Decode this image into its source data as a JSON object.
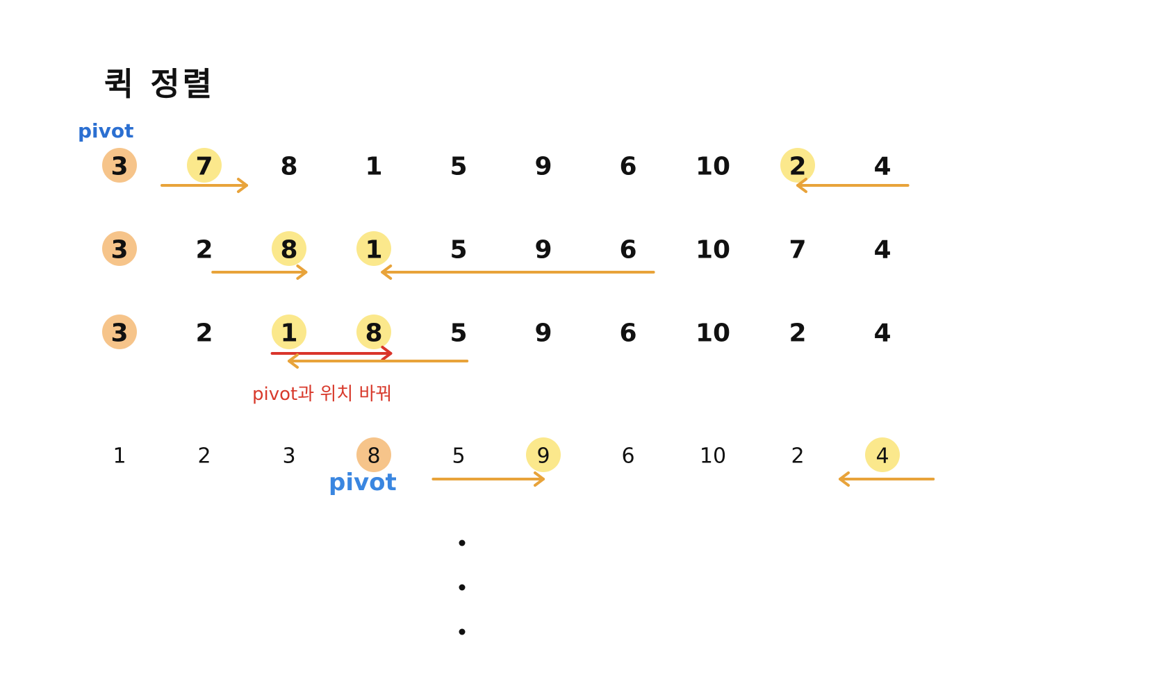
{
  "title": "퀵 정렬",
  "labels": {
    "pivot_top": "pivot",
    "pivot_bottom": "pivot",
    "swap_note": "pivot과 위치 바꿔"
  },
  "colors": {
    "pivot_highlight": "#f6c48a",
    "compare_highlight": "#fbe88c",
    "scan_arrow": "#e8a33a",
    "swap_arrow": "#d9352b",
    "text": "#111111"
  },
  "rows": [
    {
      "values": [
        "3",
        "7",
        "8",
        "1",
        "5",
        "9",
        "6",
        "10",
        "2",
        "4"
      ],
      "highlights": [
        {
          "index": 0,
          "kind": "pivot"
        },
        {
          "index": 1,
          "kind": "compare"
        },
        {
          "index": 8,
          "kind": "compare"
        }
      ],
      "arrows": [
        {
          "from": 0.5,
          "to": 1.5,
          "kind": "scan",
          "dir": "right"
        },
        {
          "from": 9.3,
          "to": 8,
          "kind": "scan",
          "dir": "left"
        }
      ]
    },
    {
      "values": [
        "3",
        "2",
        "8",
        "1",
        "5",
        "9",
        "6",
        "10",
        "7",
        "4"
      ],
      "highlights": [
        {
          "index": 0,
          "kind": "pivot"
        },
        {
          "index": 2,
          "kind": "compare"
        },
        {
          "index": 3,
          "kind": "compare"
        }
      ],
      "arrows": [
        {
          "from": 1.1,
          "to": 2.2,
          "kind": "scan",
          "dir": "right"
        },
        {
          "from": 6.3,
          "to": 3.1,
          "kind": "scan",
          "dir": "left"
        }
      ]
    },
    {
      "values": [
        "3",
        "2",
        "1",
        "8",
        "5",
        "9",
        "6",
        "10",
        "2",
        "4"
      ],
      "highlights": [
        {
          "index": 0,
          "kind": "pivot"
        },
        {
          "index": 2,
          "kind": "compare"
        },
        {
          "index": 3,
          "kind": "compare"
        }
      ],
      "arrows": [
        {
          "from": 1.8,
          "to": 3.2,
          "kind": "swap",
          "dir": "right"
        },
        {
          "from": 4.1,
          "to": 2.0,
          "kind": "scan",
          "dir": "left"
        }
      ]
    },
    {
      "values": [
        "1",
        "2",
        "3",
        "8",
        "5",
        "9",
        "6",
        "10",
        "2",
        "4"
      ],
      "highlights": [
        {
          "index": 3,
          "kind": "pivot"
        },
        {
          "index": 5,
          "kind": "compare"
        },
        {
          "index": 9,
          "kind": "compare"
        }
      ],
      "arrows": [
        {
          "from": 3.7,
          "to": 5.0,
          "kind": "scan",
          "dir": "right"
        },
        {
          "from": 9.6,
          "to": 8.5,
          "kind": "scan",
          "dir": "left"
        }
      ]
    }
  ],
  "ellipsis": [
    "•",
    "•",
    "•"
  ]
}
